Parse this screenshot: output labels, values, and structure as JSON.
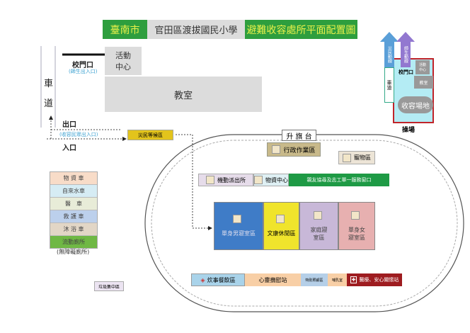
{
  "title": {
    "city": "臺南市",
    "school": "官田區渡拔國民小學",
    "plan": "避難收容處所平面配置圖"
  },
  "left": {
    "road": [
      "車",
      "道"
    ],
    "gate": "校門口",
    "gate_note": "(師生出入口)",
    "activity_center": "活動中心",
    "classroom": "教室",
    "exit": "出口",
    "entrance": "入口",
    "evac_note": "(收容民眾出入口)",
    "waiting_area": "災民等候區"
  },
  "field": {
    "flag": "升 旗 台",
    "admin": "行政作業區",
    "pet": "寵物區",
    "police": "機動派出所",
    "supply": "物資中心",
    "service": "親友協尋及志工單一服務窗口",
    "rooms": [
      "單身男寢室區",
      "文康休閒區",
      "家庭寢室區",
      "單身女寢室區"
    ],
    "kitchen": "炊事餐飲區",
    "comfort": "心靈撫慰站",
    "special": "特別照顧區",
    "nursing": "哺乳室",
    "medical": "醫療、安心關懷站"
  },
  "legend": {
    "items": [
      "物 資 車",
      "自來水車",
      "醫　車",
      "救 護 車",
      "沐 浴 車",
      "流動廁所"
    ],
    "caption": "(無障礙廁所)"
  },
  "trash": "垃圾集中區",
  "mini": {
    "arrow1": "災民動線",
    "arrow2": "師生動線",
    "road": "車道",
    "gate": "校門口",
    "activity": "活動中心",
    "classroom": "教室",
    "shelter": "收容場地",
    "playground": "操場"
  }
}
